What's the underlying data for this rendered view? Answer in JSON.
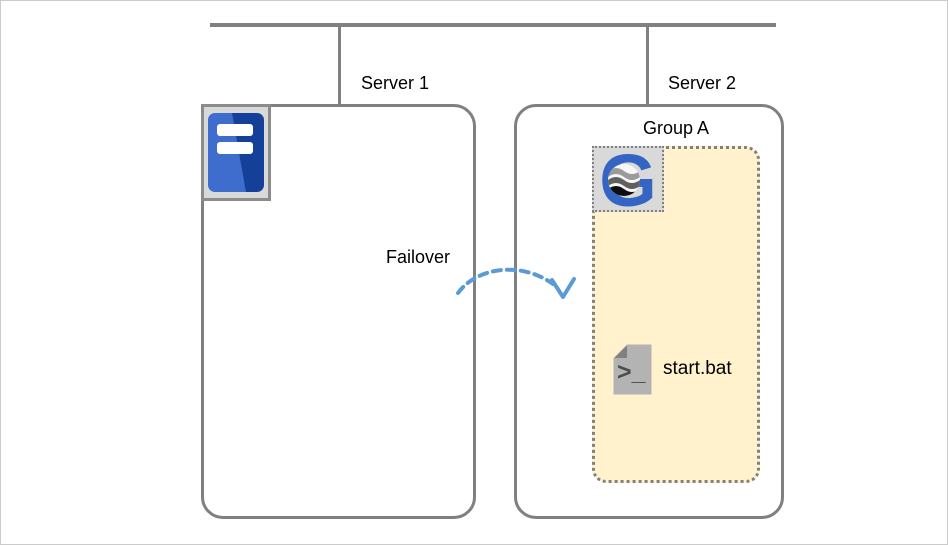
{
  "page": {
    "background": "#ffffff",
    "frame_border": "#cbcbcb"
  },
  "network": {
    "bus_color": "#808080"
  },
  "nodes": {
    "server1": {
      "label": "Server 1"
    },
    "server2": {
      "label": "Server 2"
    },
    "group": {
      "label": "Group A",
      "fill": "#fff2cc",
      "border": "#808080"
    },
    "script": {
      "label": "start.bat"
    }
  },
  "annotations": {
    "failover": {
      "label": "Failover",
      "arrow_color": "#5b9bd5"
    }
  },
  "icons": {
    "server_tower": {
      "name": "server-tower-icon",
      "body_light": "#3e6dce",
      "body_dark": "#15409a",
      "tray_fill": "#d9d9d9",
      "tray_border": "#8c8c8c"
    },
    "g_logo": {
      "name": "g-globe-icon",
      "letter": "G",
      "blue": "#3465c2",
      "tray_fill": "#d9d9d9"
    },
    "batch_file": {
      "name": "terminal-script-icon",
      "prompt": ">_",
      "page_fill": "#b3b3b3",
      "fold_fill": "#808080",
      "glyph_color": "#4d4d4d"
    }
  }
}
